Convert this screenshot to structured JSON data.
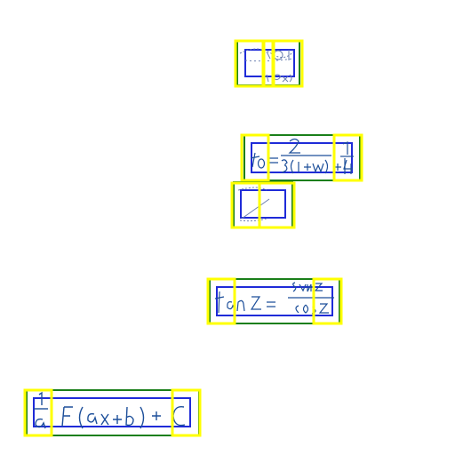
{
  "colors": {
    "yellow": "#ffff00",
    "green": "#1a7f1a",
    "blue": "#1f2bd8",
    "ink": "#1d4f9a"
  },
  "expressions": [
    {
      "id": "expr-1",
      "glyphs": [
        "\\",
        "◯",
        "|",
        "(",
        "✕",
        ")"
      ]
    },
    {
      "id": "expr-2",
      "glyphs": [
        "t",
        "0",
        "=",
        "2",
        "3",
        "(",
        "1",
        "+",
        "w",
        ")",
        "+",
        "1",
        "+",
        "1",
        "4"
      ]
    },
    {
      "id": "expr-3",
      "glyphs": [
        "/"
      ]
    },
    {
      "id": "expr-4",
      "glyphs": [
        "t",
        "a",
        "n",
        "Z",
        "=",
        "s",
        "i",
        "n",
        "Z",
        "c",
        "o",
        "s",
        "Z"
      ]
    },
    {
      "id": "expr-5",
      "glyphs": [
        "1",
        "a",
        "F",
        "(",
        "a",
        "x",
        "+",
        "b",
        ")",
        "+",
        "C"
      ]
    }
  ]
}
